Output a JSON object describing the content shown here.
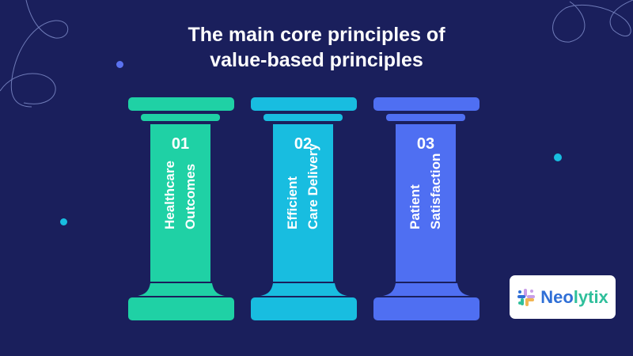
{
  "title": {
    "line1": "The main core principles of",
    "line2": "value-based principles"
  },
  "pillars": [
    {
      "number": "01",
      "line1": "Healthcare",
      "line2": "Outcomes",
      "color": "#1fd1a5"
    },
    {
      "number": "02",
      "line1": "Efficient",
      "line2": "Care Delivery",
      "color": "#18bde0"
    },
    {
      "number": "03",
      "line1": "Patient",
      "line2": "Satisfaction",
      "color": "#4f6ff2"
    }
  ],
  "logo": {
    "brand_part1": "Neo",
    "brand_part2": "lytix"
  },
  "colors": {
    "background": "#1a1f5c",
    "text": "#ffffff"
  }
}
